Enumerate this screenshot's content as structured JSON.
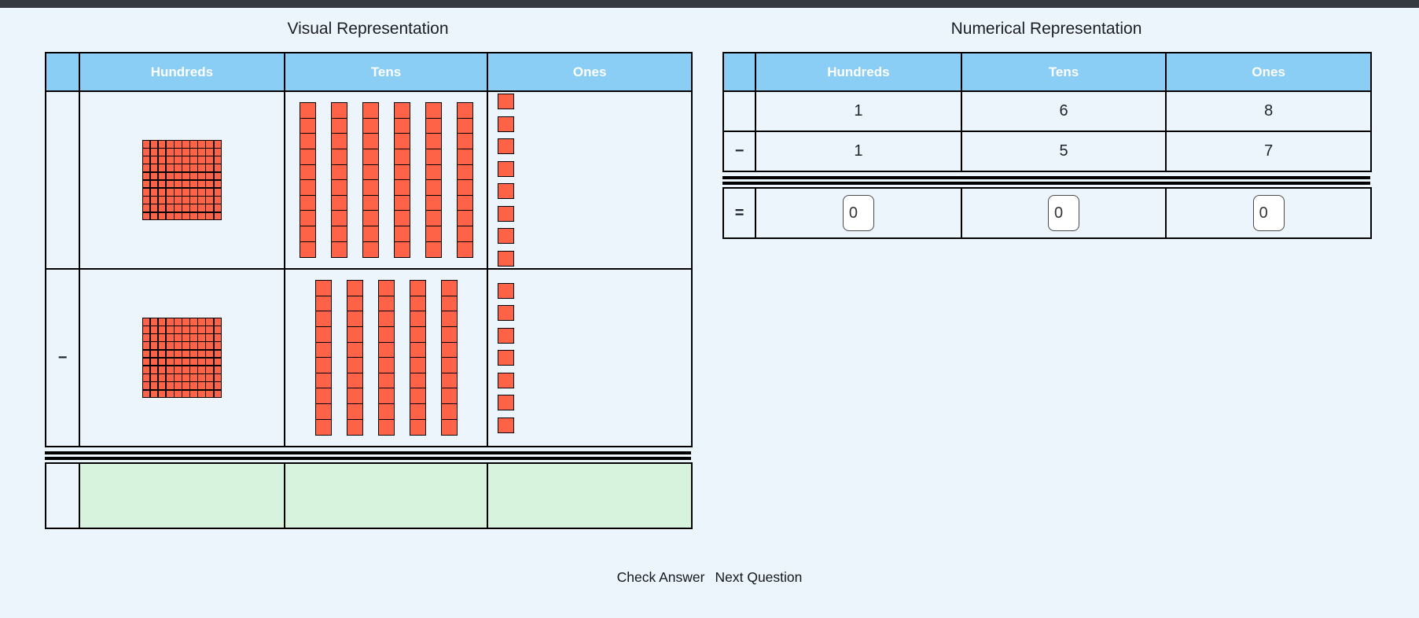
{
  "titles": {
    "visual": "Visual Representation",
    "numerical": "Numerical Representation"
  },
  "columns": {
    "operator": "",
    "hundreds": "Hundreds",
    "tens": "Tens",
    "ones": "Ones"
  },
  "visual": {
    "rows": [
      {
        "operator": "",
        "hundreds": 1,
        "tens": 6,
        "ones": 8
      },
      {
        "operator": "−",
        "hundreds": 1,
        "tens": 5,
        "ones": 7
      }
    ],
    "answer_operator": ""
  },
  "numerical": {
    "rows": [
      {
        "operator": "",
        "hundreds": "1",
        "tens": "6",
        "ones": "8"
      },
      {
        "operator": "−",
        "hundreds": "1",
        "tens": "5",
        "ones": "7"
      }
    ],
    "answer": {
      "operator": "=",
      "hundreds_value": "0",
      "tens_value": "0",
      "ones_value": "0"
    }
  },
  "actions": {
    "check_label": "Check Answer",
    "next_label": "Next Question"
  },
  "colors": {
    "header_blue": "#8ACDF5",
    "block_fill": "#FF6347",
    "block_border": "#000000",
    "answer_green": "#D7F3DD",
    "page_bg": "#ECF4FC",
    "topbar": "#343A40",
    "text": "#1F2328"
  }
}
